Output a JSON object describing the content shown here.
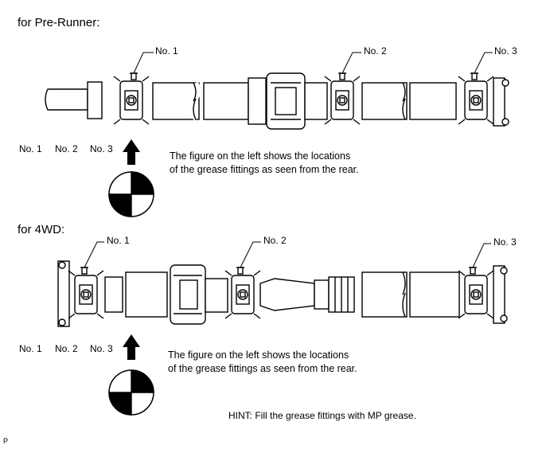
{
  "pre_runner": {
    "heading": "for Pre-Runner:",
    "callouts": [
      "No. 1",
      "No. 2",
      "No. 3"
    ],
    "view_labels": [
      "No. 1",
      "No. 2",
      "No. 3"
    ],
    "note_line1": "The figure on the left shows the locations",
    "note_line2": "of the grease fittings as seen from the rear."
  },
  "four_wd": {
    "heading": "for 4WD:",
    "callouts": [
      "No. 1",
      "No. 2",
      "No. 3"
    ],
    "view_labels": [
      "No. 1",
      "No. 2",
      "No. 3"
    ],
    "note_line1": "The figure on the left shows the locations",
    "note_line2": "of the grease fittings as seen from the rear."
  },
  "hint": "HINT: Fill the grease fittings with MP grease.",
  "footer_mark": "P"
}
